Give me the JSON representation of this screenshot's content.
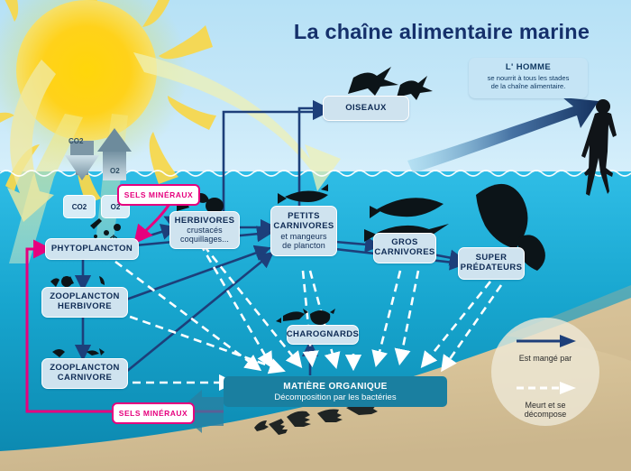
{
  "title": "La chaîne alimentaire marine",
  "human_callout": {
    "heading": "L' HOMME",
    "line1": "se nourrit à tous les stades",
    "line2": "de la chaîne alimentaire."
  },
  "gas_labels": {
    "co2_air": "CO2",
    "o2_air": "O2"
  },
  "gas_boxes": {
    "co2": "CO2",
    "o2": "O2"
  },
  "salts": {
    "top": "SELS MINÉRAUX",
    "bottom": "SELS MINÉRAUX"
  },
  "nodes": {
    "phytoplancton": {
      "line1": "PHYTOPLANCTON"
    },
    "zoo_herbivore": {
      "line1": "ZOOPLANCTON",
      "line2": "HERBIVORE"
    },
    "zoo_carnivore": {
      "line1": "ZOOPLANCTON",
      "line2": "CARNIVORE"
    },
    "herbivores": {
      "line1": "HERBIVORES",
      "line2": "crustacés",
      "line3": "coquillages..."
    },
    "petits_carnivores": {
      "line1": "PETITS",
      "line2": "CARNIVORES",
      "line3": "et mangeurs",
      "line4": "de plancton"
    },
    "gros_carnivores": {
      "line1": "GROS",
      "line2": "CARNIVORES"
    },
    "super_predateurs": {
      "line1": "SUPER",
      "line2": "PRÉDATEURS"
    },
    "oiseaux": {
      "line1": "OISEAUX"
    },
    "charognards": {
      "line1": "CHAROGNARDS"
    },
    "matiere_organique": {
      "line1": "MATIÈRE ORGANIQUE",
      "line2": "Décomposition par les bactéries"
    }
  },
  "legend": {
    "eaten_by": "Est mangé par",
    "decompose_line1": "Meurt et se",
    "decompose_line2": "décompose"
  },
  "colors": {
    "title": "#15306b",
    "arrow_eaten": "#1d3f7a",
    "arrow_decompose": "#ffffff",
    "salts": "#e6007e",
    "sea_top": "#29b6e0",
    "sea_bottom": "#0f8fb4",
    "sky_top": "#bde4f7",
    "sand": "#d9c294",
    "node_fill": "#cfe3ef",
    "organic_fill": "#1a7fa0"
  }
}
